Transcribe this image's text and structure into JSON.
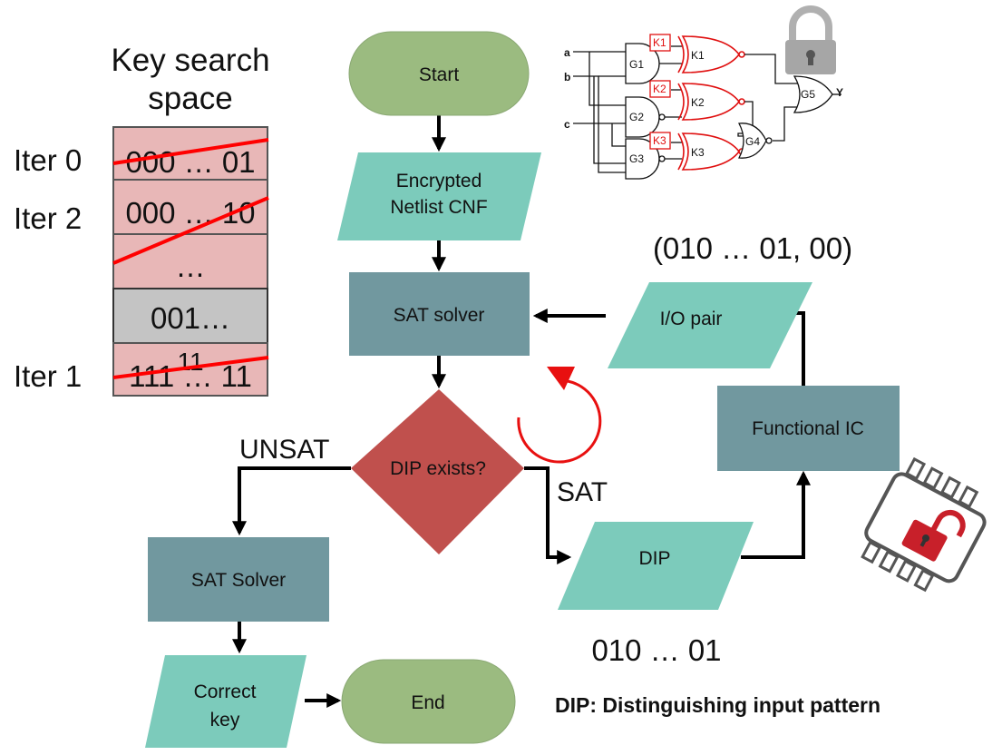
{
  "key_space": {
    "title_line1": "Key search",
    "title_line2": "space",
    "rows": [
      "000 … 01",
      "000 … 10",
      "…",
      "001…",
      "111 … 11"
    ],
    "overlap_text": "11",
    "iter_labels": [
      "Iter 0",
      "Iter 2",
      "Iter 1"
    ]
  },
  "flow": {
    "start": "Start",
    "encrypted_line1": "Encrypted",
    "encrypted_line2": "Netlist CNF",
    "sat_solver": "SAT solver",
    "dip_exists": "DIP exists?",
    "unsat": "UNSAT",
    "sat": "SAT",
    "sat_solver_final": "SAT Solver",
    "correct_key_line1": "Correct",
    "correct_key_line2": "key",
    "end": "End",
    "dip": "DIP",
    "functional_ic": "Functional IC",
    "io_pair": "I/O pair",
    "io_pair_value": "(010 … 01, 00)",
    "dip_value": "010 … 01",
    "footnote": "DIP: Distinguishing input pattern"
  },
  "circuit": {
    "inputs": [
      "a",
      "b",
      "c"
    ],
    "output": "Y",
    "gates": [
      "G1",
      "G2",
      "G3",
      "G4",
      "G5"
    ],
    "key_inputs": [
      "K1",
      "K2",
      "K3"
    ],
    "key_gates": [
      "K1",
      "K2",
      "K3"
    ]
  },
  "colors": {
    "green_node": "#9bbb80",
    "teal_node": "#7ccbbb",
    "blue_node": "#71989f",
    "red_node": "#c0504d",
    "key_row_pink": "#e8b7b7",
    "key_row_gray": "#c4c4c4",
    "strike_red": "#ff0000",
    "lock_gray": "#a6a6a6",
    "unlock_red": "#c8202a"
  }
}
